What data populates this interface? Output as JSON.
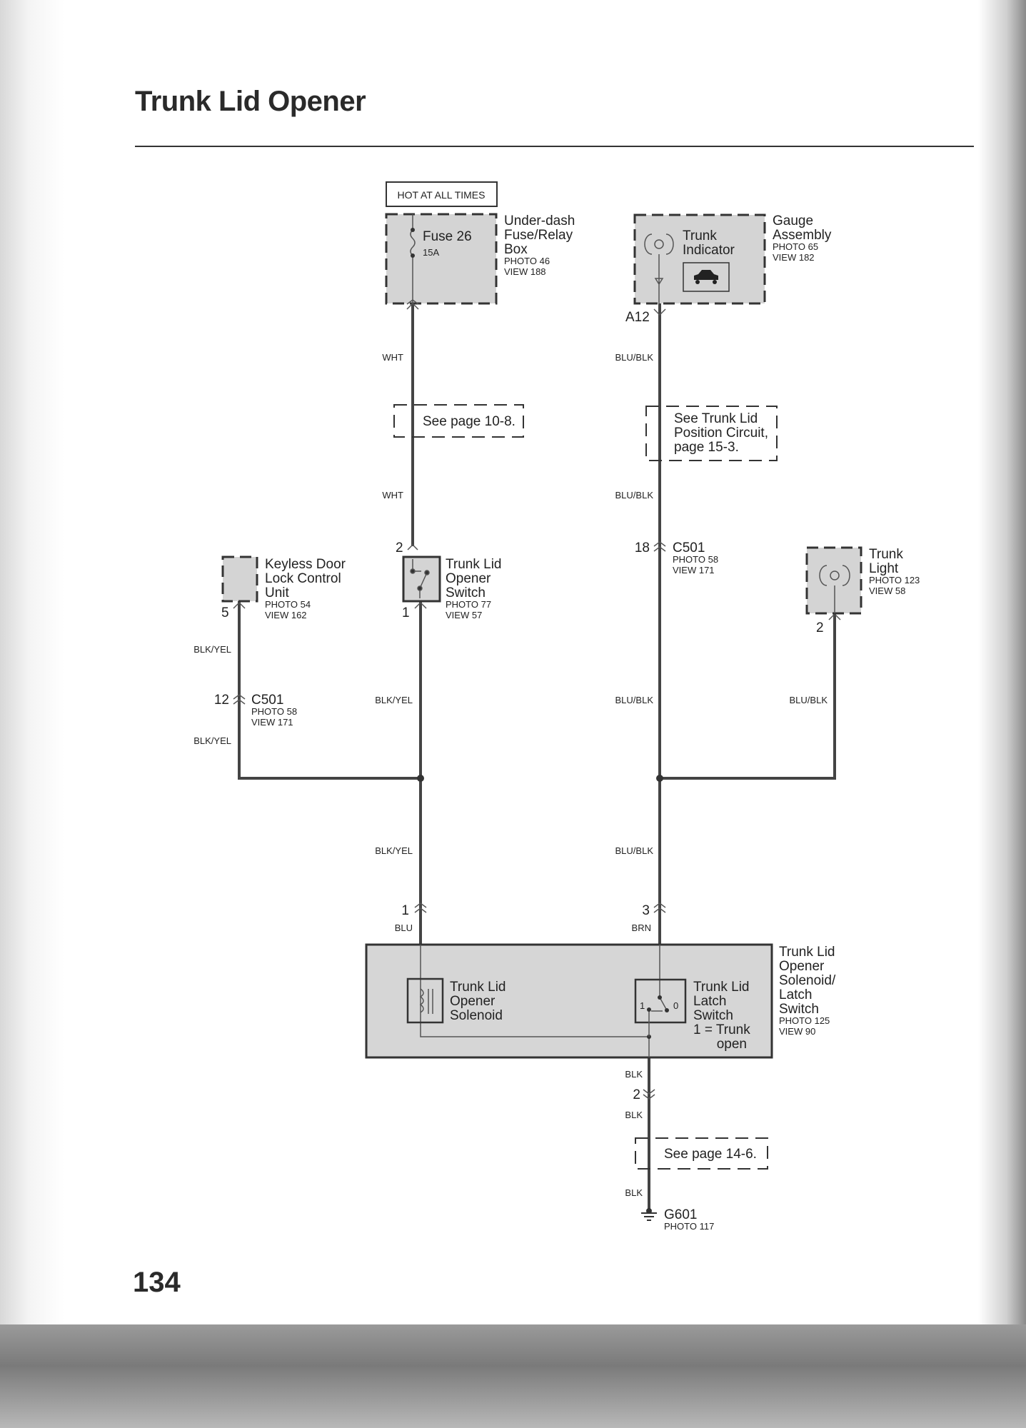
{
  "title": "Trunk Lid Opener",
  "page_number": "134",
  "hot_label": "HOT AT ALL TIMES",
  "fuse": {
    "name": "Fuse 26",
    "rating": "15A",
    "box": [
      "Under-dash",
      "Fuse/Relay",
      "Box",
      "PHOTO 46",
      "VIEW 188"
    ]
  },
  "gauge": {
    "indicator": [
      "Trunk",
      "Indicator"
    ],
    "box": [
      "Gauge",
      "Assembly",
      "PHOTO 65",
      "VIEW 182"
    ],
    "pin": "A12"
  },
  "wires": {
    "wht1": "WHT",
    "wht2": "WHT",
    "blublk1": "BLU/BLK",
    "blublk2": "BLU/BLK",
    "blublk3": "BLU/BLK",
    "blublk4": "BLU/BLK",
    "blublk5": "BLU/BLK",
    "blkyel1": "BLK/YEL",
    "blkyel2": "BLK/YEL",
    "blkyel3": "BLK/YEL",
    "blkyel4": "BLK/YEL",
    "blu": "BLU",
    "brn": "BRN",
    "blk1": "BLK",
    "blk2": "BLK",
    "blk3": "BLK"
  },
  "refs": {
    "p108": "See page 10-8.",
    "trunk_pos": [
      "See Trunk Lid",
      "Position Circuit,",
      "page 15-3."
    ],
    "p146": "See page 14-6."
  },
  "keyless": {
    "label": [
      "Keyless Door",
      "Lock Control",
      "Unit",
      "PHOTO 54",
      "VIEW 162"
    ],
    "pin": "5"
  },
  "opener_switch": {
    "label": [
      "Trunk Lid",
      "Opener",
      "Switch",
      "PHOTO 77",
      "VIEW 57"
    ],
    "pin_top": "2",
    "pin_bottom": "1"
  },
  "c501_right": {
    "pin": "18",
    "label": [
      "C501",
      "PHOTO 58",
      "VIEW 171"
    ]
  },
  "c501_left": {
    "pin": "12",
    "label": [
      "C501",
      "PHOTO 58",
      "VIEW 171"
    ]
  },
  "trunk_light": {
    "label": [
      "Trunk",
      "Light",
      "PHOTO 123",
      "VIEW 58"
    ],
    "pin": "2"
  },
  "solenoid_pins": {
    "left": "1",
    "right": "3",
    "bottom": "2"
  },
  "solenoid": [
    "Trunk Lid",
    "Opener",
    "Solenoid"
  ],
  "latch": {
    "label": [
      "Trunk Lid",
      "Latch",
      "Switch",
      "1 = Trunk",
      "open"
    ],
    "pos1": "1",
    "pos0": "0"
  },
  "assembly": [
    "Trunk Lid",
    "Opener",
    "Solenoid/",
    "Latch",
    "Switch",
    "PHOTO 125",
    "VIEW 90"
  ],
  "ground": {
    "name": "G601",
    "photo": "PHOTO 117"
  }
}
